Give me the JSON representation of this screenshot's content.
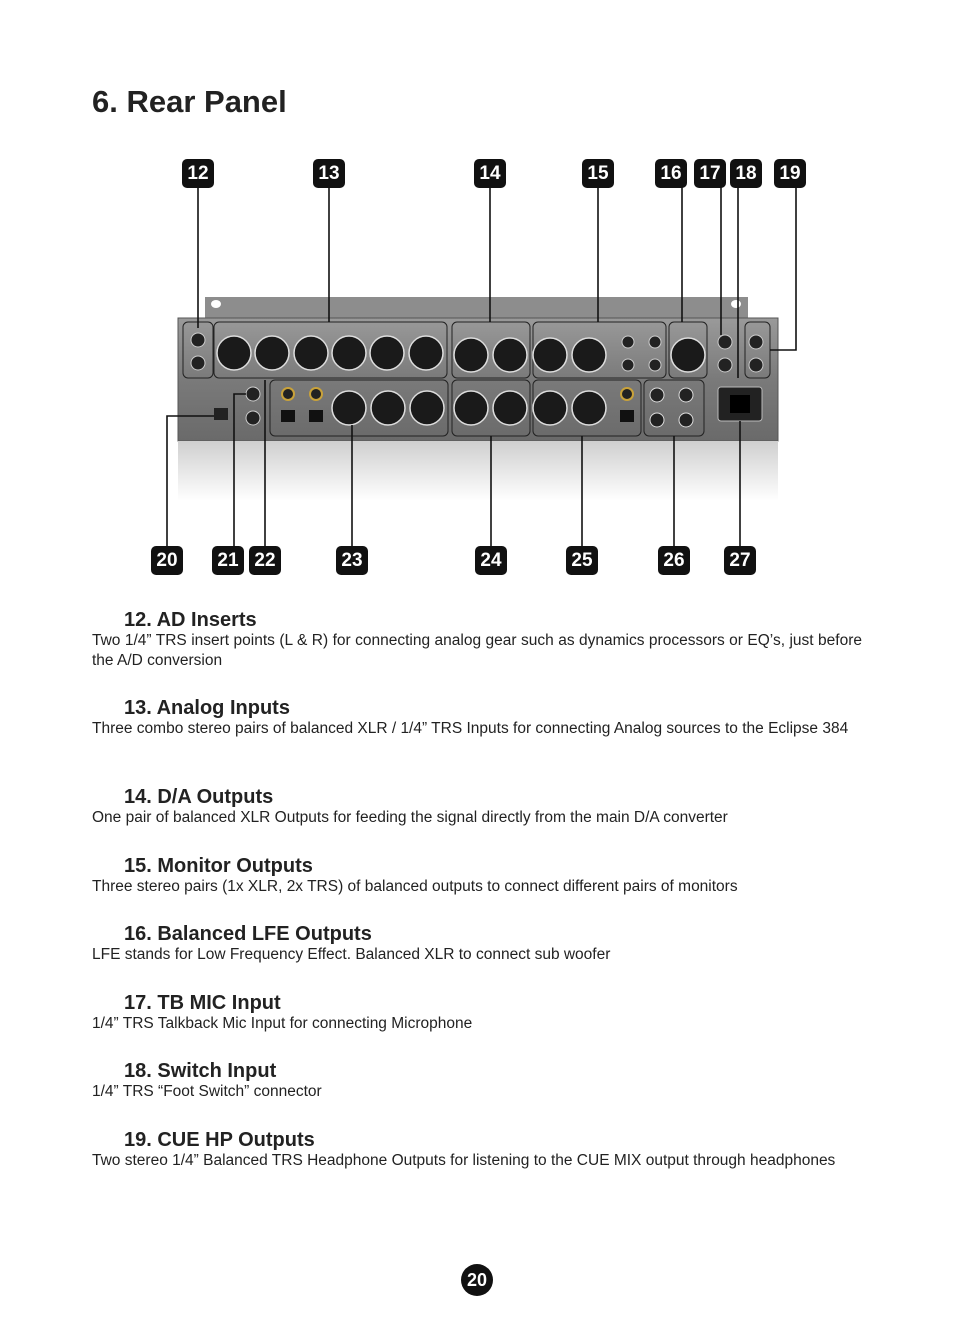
{
  "page_title": "6. Rear Panel",
  "callouts_top": [
    "12",
    "13",
    "14",
    "15",
    "16",
    "17",
    "18",
    "19"
  ],
  "callouts_bottom": [
    "20",
    "21",
    "22",
    "23",
    "24",
    "25",
    "26",
    "27"
  ],
  "sections": [
    {
      "heading": "12. AD Inserts",
      "body": "Two 1/4” TRS insert points (L & R) for connecting analog gear such as dynamics processors or EQ’s, just before the A/D conversion"
    },
    {
      "heading": "13. Analog Inputs",
      "body": "Three combo stereo pairs of balanced XLR / 1/4” TRS Inputs for connecting Analog sources to the Eclipse 384"
    },
    {
      "heading": "14. D/A Outputs",
      "body": "One pair of balanced XLR Outputs for feeding the signal directly from the main D/A converter"
    },
    {
      "heading": "15. Monitor Outputs",
      "body": "Three stereo pairs (1x XLR, 2x TRS) of balanced outputs to connect different pairs of monitors"
    },
    {
      "heading": "16. Balanced LFE Outputs",
      "body": "LFE stands for Low Frequency Effect. Balanced XLR to connect sub woofer"
    },
    {
      "heading": "17. TB MIC Input",
      "body": "1/4” TRS Talkback Mic Input for connecting Microphone"
    },
    {
      "heading": "18. Switch Input",
      "body": "1/4” TRS “Foot Switch” connector"
    },
    {
      "heading": "19. CUE HP Outputs",
      "body": "Two stereo 1/4” Balanced TRS Headphone Outputs for listening to the CUE MIX output through headphones"
    }
  ],
  "page_number": "20"
}
